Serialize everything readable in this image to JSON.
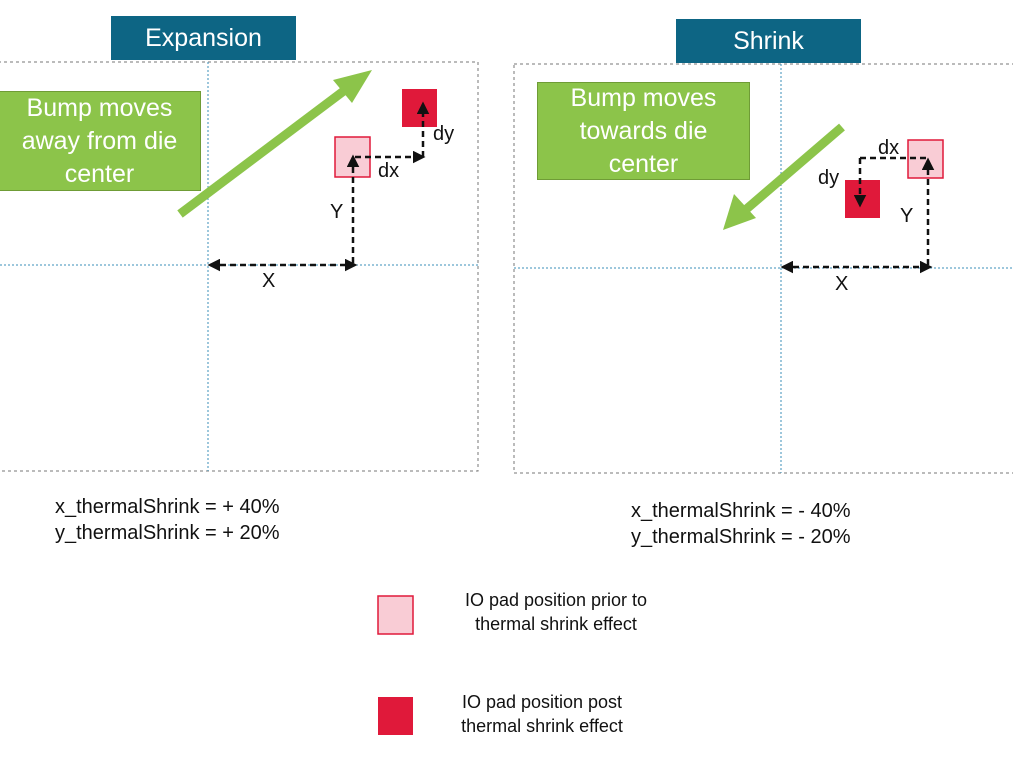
{
  "panels": {
    "expansion": {
      "title": "Expansion",
      "note": "Bump moves away from die center",
      "label_x": "X",
      "label_y": "Y",
      "label_dx": "dx",
      "label_dy": "dy",
      "formula_x": "x_thermalShrink = + 40%",
      "formula_y": "y_thermalShrink = + 20%"
    },
    "shrink": {
      "title": "Shrink",
      "note": "Bump moves towards die center",
      "label_x": "X",
      "label_y": "Y",
      "label_dx": "dx",
      "label_dy": "dy",
      "formula_x": "x_thermalShrink = - 40%",
      "formula_y": "y_thermalShrink = - 20%"
    }
  },
  "legend": {
    "prior": "IO pad position prior to thermal shrink effect",
    "post": "IO pad position post thermal shrink effect"
  },
  "colors": {
    "title_bg": "#0d6584",
    "note_bg": "#8cc44a",
    "arrow_green": "#8cc44a",
    "pad_prior": "#f9ccd5",
    "pad_post": "#e0193a",
    "axis_line": "#3b8fb8"
  }
}
